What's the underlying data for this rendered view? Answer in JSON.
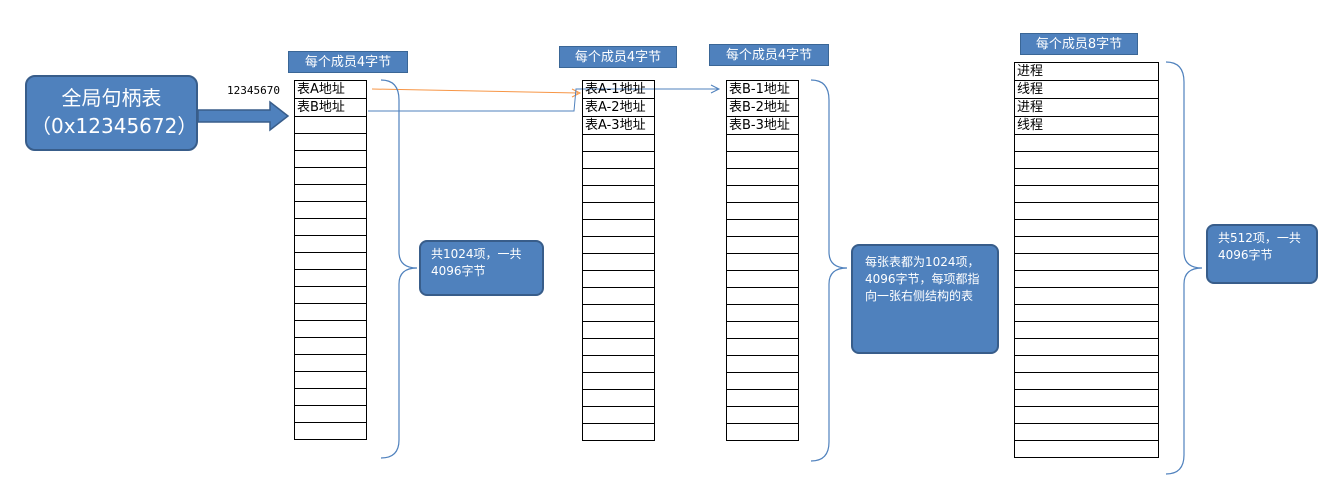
{
  "main_box": {
    "title": "全局句柄表",
    "address": "（0x12345672）"
  },
  "address_label": "12345670",
  "table1": {
    "header": "每个成员4字节",
    "rows": [
      "表A地址",
      "表B地址"
    ],
    "note": "共1024项，一共4096字节"
  },
  "table2": {
    "header": "每个成员4字节",
    "rows": [
      "表A-1地址",
      "表A-2地址",
      "表A-3地址"
    ]
  },
  "table3": {
    "header": "每个成员4字节",
    "rows": [
      "表B-1地址",
      "表B-2地址",
      "表B-3地址"
    ],
    "note": "每张表都为1024项，4096字节，每项都指向一张右侧结构的表"
  },
  "table4": {
    "header": "每个成员8字节",
    "rows": [
      "进程",
      "线程",
      "进程",
      "线程"
    ],
    "note": "共512项，一共4096字节"
  },
  "colors": {
    "box_fill": "#4f81bd",
    "box_border": "#385d8a",
    "arrow_orange": "#f79646",
    "arrow_blue": "#4f81bd"
  }
}
